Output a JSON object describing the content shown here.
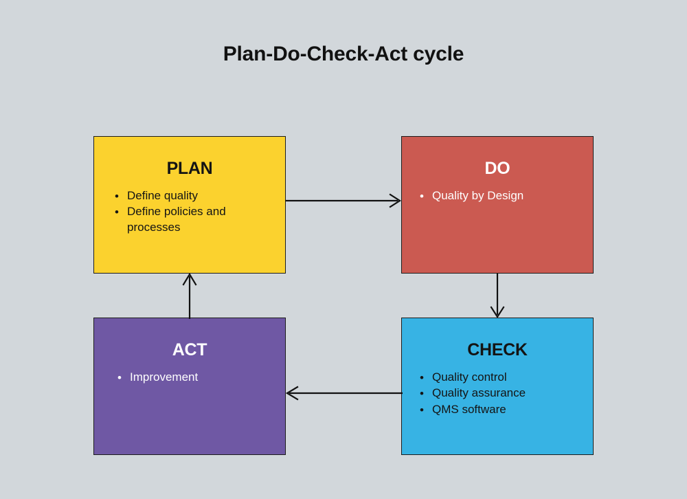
{
  "title": "Plan-Do-Check-Act cycle",
  "background_color": "#d2d7db",
  "boxes": {
    "plan": {
      "heading": "PLAN",
      "color": "#fbd22e",
      "text_color": "#141414",
      "items": [
        "Define quality",
        "Define policies and processes"
      ],
      "bullet": "•"
    },
    "do": {
      "heading": "DO",
      "color": "#cb5a51",
      "text_color": "#ffffff",
      "items": [
        "Quality by Design"
      ],
      "bullet": "•"
    },
    "check": {
      "heading": "CHECK",
      "color": "#37b3e4",
      "text_color": "#141414",
      "items": [
        "Quality control",
        "Quality assurance",
        "QMS software"
      ],
      "bullet": "•"
    },
    "act": {
      "heading": "ACT",
      "color": "#6f58a4",
      "text_color": "#ffffff",
      "items": [
        "Improvement"
      ],
      "bullet": "•"
    }
  },
  "arrows": [
    {
      "name": "plan-to-do",
      "from": "PLAN",
      "to": "DO",
      "direction": "right"
    },
    {
      "name": "do-to-check",
      "from": "DO",
      "to": "CHECK",
      "direction": "down"
    },
    {
      "name": "check-to-act",
      "from": "CHECK",
      "to": "ACT",
      "direction": "left"
    },
    {
      "name": "act-to-plan",
      "from": "ACT",
      "to": "PLAN",
      "direction": "up"
    }
  ],
  "arrow_color": "#111111"
}
